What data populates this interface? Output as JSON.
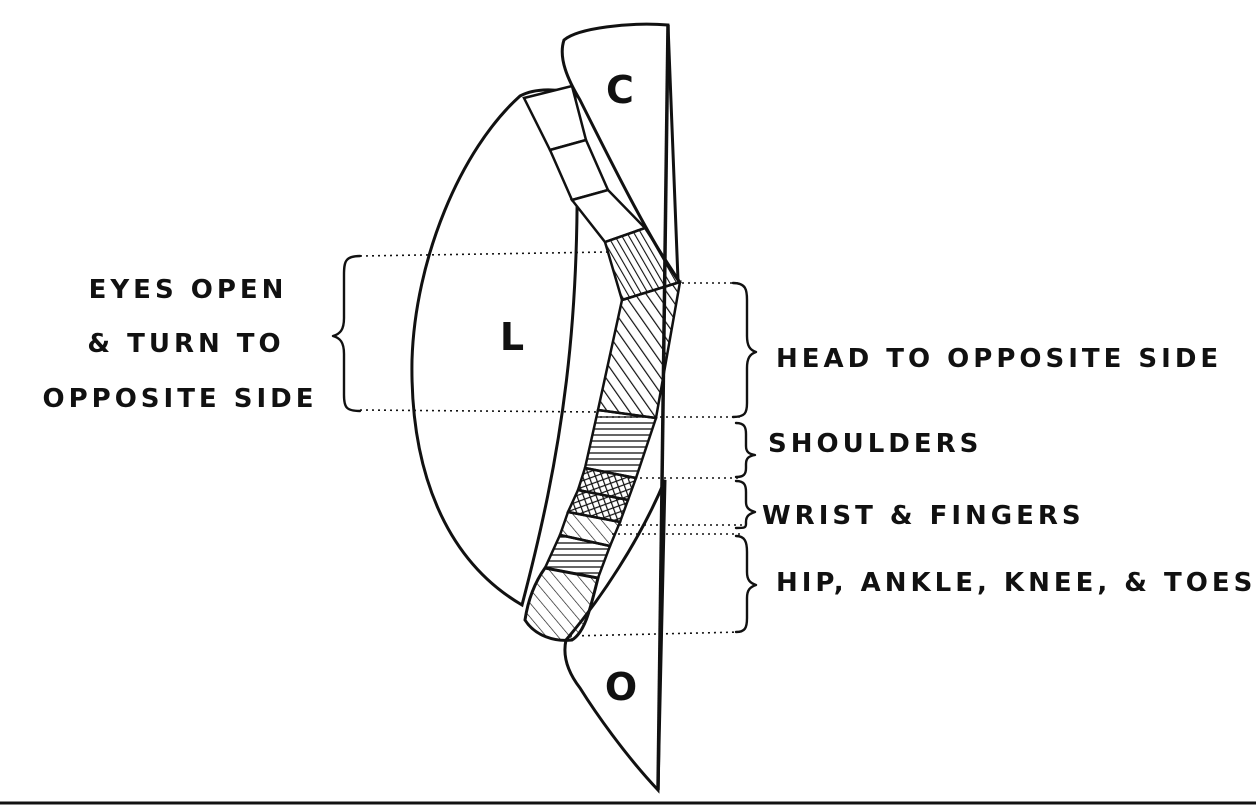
{
  "diagram": {
    "region_labels": {
      "top": "C",
      "middle": "L",
      "bottom": "O"
    },
    "left_label_lines": [
      "EYES OPEN",
      "& TURN TO",
      "OPPOSITE SIDE"
    ],
    "right_labels": [
      "HEAD TO OPPOSITE SIDE",
      "SHOULDERS",
      "WRIST & FINGERS",
      "HIP, ANKLE, KNEE, & TOES."
    ]
  }
}
